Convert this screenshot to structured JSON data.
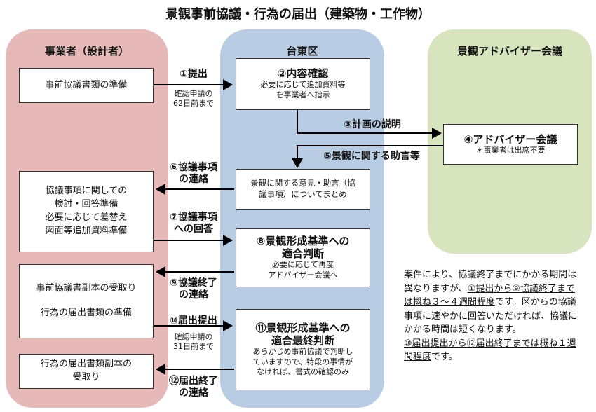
{
  "title": "景観事前協議・行為の届出（建築物・工作物）",
  "columns": {
    "left": "事業者（設計者）",
    "middle": "台東区",
    "right": "景観アドバイザー会議"
  },
  "boxes": {
    "l1": "事前協議書類の準備",
    "l2": [
      "協議事項に関しての",
      "検討・回答準備",
      "必要に応じて差替え",
      "図面等追加資料準備"
    ],
    "l3a": "事前協議書副本の受取り",
    "l3b": "行為の届出書類の準備",
    "l4": [
      "行為の届出書類副本の",
      "受取り"
    ],
    "m1_title": "②内容確認",
    "m1_sub": [
      "必要に応じて追加資料等",
      "を事業者へ指示"
    ],
    "m2": [
      "景観に関する意見・助言（協",
      "議事項）についてまとめ"
    ],
    "m3_title": [
      "⑧景観形成基準への",
      "適合判断"
    ],
    "m3_sub": [
      "必要に応じて再度",
      "アドバイザー会議へ"
    ],
    "m4_title": [
      "⑪景観形成基準への",
      "適合最終判断"
    ],
    "m4_sub": [
      "あらかじめ事前協議で判断し",
      "ていますので、特段の事情が",
      "なければ、書式の確認のみ"
    ],
    "r1_title": "④アドバイザー会議",
    "r1_sub": "＊事業者は出席不要"
  },
  "labels": {
    "a1": "①提出",
    "a1_note": [
      "確認申請の",
      "62日前まで"
    ],
    "a3": "③計画の説明",
    "a5": "⑤景観に関する助言等",
    "a6": [
      "⑥協議事項",
      "の連絡"
    ],
    "a7": [
      "⑦協議事項",
      "への回答"
    ],
    "a9": [
      "⑨協議終了",
      "の連絡"
    ],
    "a10": "⑩届出提出",
    "a10_note": [
      "確認申請の",
      "31日前まで"
    ],
    "a12": [
      "⑫届出終了",
      "の連絡"
    ]
  },
  "note": {
    "p1_a": "案件により、協議終了までにかかる期間は異なりますが、",
    "p1_u": "①提出から⑨協議終了までは概ね３～４週間程度",
    "p1_b": "です。区からの協議事項に速やかに回答いただければ、協議にかかる時間は短くなります。",
    "p2_u": "⑩届出提出から⑫届出終了までは概ね１週間程度",
    "p2_b": "です。"
  }
}
